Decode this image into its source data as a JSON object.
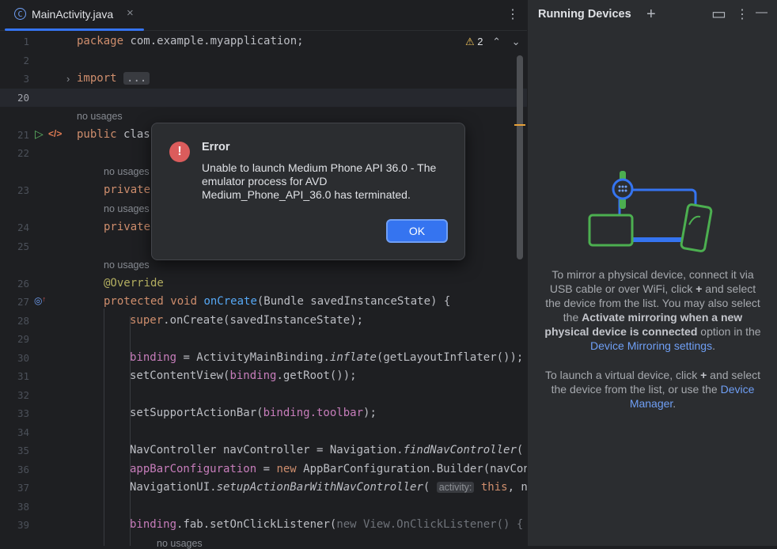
{
  "editor": {
    "tab_icon": "C",
    "tab_name": "MainActivity.java",
    "tab_close": "×",
    "more": "⋮",
    "inspection": {
      "warn_icon": "⚠",
      "count": "2",
      "up": "⌃",
      "down": "⌄"
    },
    "line_numbers": [
      "1",
      "2",
      "3",
      "20",
      "21",
      "22",
      "23",
      "24",
      "25",
      "26",
      "27",
      "28",
      "29",
      "30",
      "31",
      "32",
      "33",
      "34",
      "35",
      "36",
      "37",
      "38",
      "39"
    ],
    "code": {
      "l1_kw": "package",
      "l1_rest": " com.example.myapplication;",
      "l3_kw": "import",
      "l3_fold": "...",
      "usage_hint": "no usages",
      "l21_kw": "public",
      "l21_rest": " clas",
      "l23_kw": "private",
      "l24_kw": "private",
      "l26_ann": "@Override",
      "l27_kw1": "protected",
      "l27_kw2": " void ",
      "l27_fn": "onCreate",
      "l27_rest": "(Bundle savedInstanceState) {",
      "l28_kw": "super",
      "l28_rest": ".onCreate(savedInstanceState);",
      "l30_fld": "binding",
      "l30_mid": " = ActivityMainBinding.",
      "l30_it": "inflate",
      "l30_rest": "(getLayoutInflater());",
      "l31_a": "setContentView(",
      "l31_fld": "binding",
      "l31_rest": ".getRoot());",
      "l33_a": "setSupportActionBar(",
      "l33_fld": "binding.toolbar",
      "l33_rest": ");",
      "l35_a": "NavController navController = Navigation.",
      "l35_it": "findNavController",
      "l35_rest": "(",
      "l36_fld": "appBarConfiguration",
      "l36_mid": " = ",
      "l36_kw": "new",
      "l36_rest": " AppBarConfiguration.Builder(navCon",
      "l37_a": "NavigationUI.",
      "l37_it": "setupActionBarWithNavController",
      "l37_b": "( ",
      "l37_param": "activity:",
      "l37_kw": " this",
      "l37_rest": ", na",
      "l39_fld": "binding",
      "l39_mid": ".fab.setOnClickListener(",
      "l39_kw": "new",
      "l39_rest": " View.OnClickListener() {"
    }
  },
  "panel": {
    "title": "Running Devices",
    "add_icon": "+",
    "layout_icon": "▭",
    "more_icon": "⋮",
    "minimize_icon": "—",
    "mirror_p1": "To mirror a physical device, connect it via USB cable or over WiFi, click ",
    "plus": "+",
    "mirror_p2": " and select the device from the list. You may also select the ",
    "mirror_bold": "Activate mirroring when a new physical device is connected",
    "mirror_p3": " option in the ",
    "mirror_link": "Device Mirroring settings",
    "mirror_p4": ".",
    "virtual_p1": "To launch a virtual device, click ",
    "virtual_p2": " and select the device from the list, or use the ",
    "virtual_link": "Device Manager",
    "virtual_p3": "."
  },
  "dialog": {
    "icon": "!",
    "title": "Error",
    "message": "Unable to launch Medium Phone API 36.0 - The emulator process for AVD Medium_Phone_API_36.0 has terminated.",
    "ok_label": "OK"
  },
  "colors": {
    "accent": "#3574f0",
    "error": "#db5c5c",
    "warning": "#f2c55c",
    "device_blue": "#3574f0",
    "device_green": "#4caf50"
  }
}
